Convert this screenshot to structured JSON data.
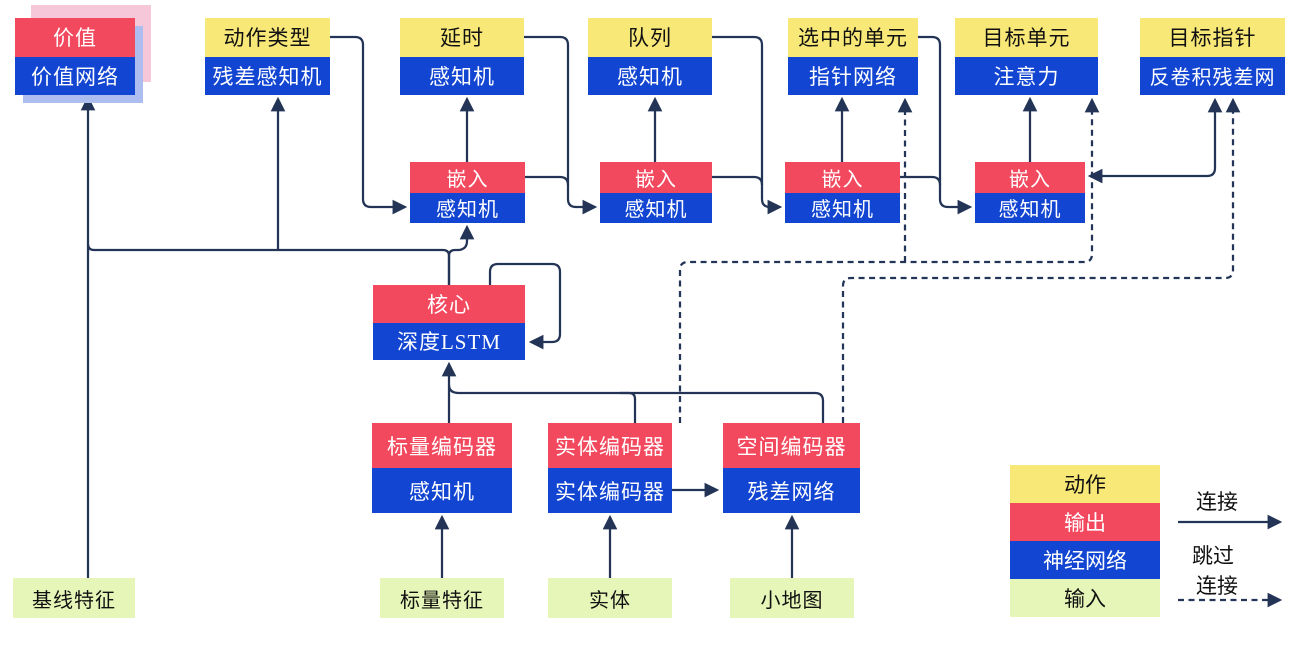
{
  "diagram_title": "AlphaStar-style agent architecture (Chinese)",
  "colors": {
    "action_yellow": "#f8e878",
    "output_red": "#f3495f",
    "network_blue": "#1245d1",
    "input_green": "#e6f5b8",
    "card_shadow_pink": "#f6c6d9",
    "card_shadow_blue": "#aebdf0",
    "wire_navy": "#233456",
    "background": "#ffffff"
  },
  "output_heads": [
    {
      "top": "价值",
      "bottom": "价值网络"
    },
    {
      "top": "动作类型",
      "bottom": "残差感知机"
    },
    {
      "top": "延时",
      "bottom": "感知机"
    },
    {
      "top": "队列",
      "bottom": "感知机"
    },
    {
      "top": "选中的单元",
      "bottom": "指针网络"
    },
    {
      "top": "目标单元",
      "bottom": "注意力"
    },
    {
      "top": "目标指针",
      "bottom": "反卷积残差网"
    }
  ],
  "embeddings": [
    {
      "top": "嵌入",
      "bottom": "感知机"
    },
    {
      "top": "嵌入",
      "bottom": "感知机"
    },
    {
      "top": "嵌入",
      "bottom": "感知机"
    },
    {
      "top": "嵌入",
      "bottom": "感知机"
    }
  ],
  "core": {
    "top": "核心",
    "bottom": "深度LSTM"
  },
  "encoders": [
    {
      "top": "标量编码器",
      "bottom": "感知机"
    },
    {
      "top": "实体编码器",
      "bottom": "实体编码器"
    },
    {
      "top": "空间编码器",
      "bottom": "残差网络"
    }
  ],
  "inputs": [
    {
      "label": "基线特征"
    },
    {
      "label": "标量特征"
    },
    {
      "label": "实体"
    },
    {
      "label": "小地图"
    }
  ],
  "legend": {
    "swatches": [
      {
        "label": "动作"
      },
      {
        "label": "输出"
      },
      {
        "label": "神经网络"
      },
      {
        "label": "输入"
      }
    ],
    "solid_arrow_label": "连接",
    "dashed_arrow_label_line1": "跳过",
    "dashed_arrow_label_line2": "连接"
  }
}
